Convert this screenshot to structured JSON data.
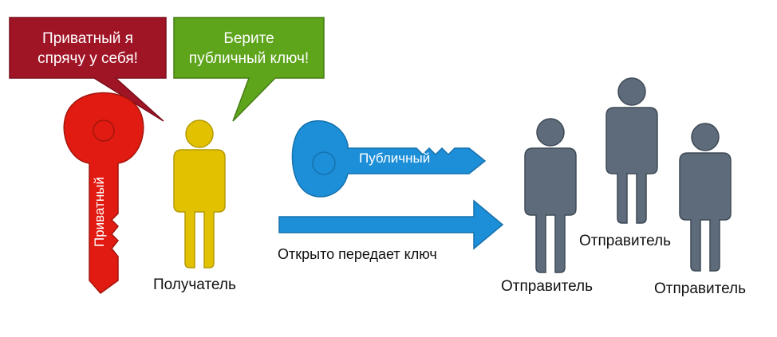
{
  "bubbles": {
    "private": {
      "line1": "Приватный я",
      "line2": "спрячу у себя!",
      "color": "#a01526"
    },
    "public": {
      "line1": "Берите",
      "line2": "публичный ключ!",
      "color": "#5ea51c"
    }
  },
  "keys": {
    "private": {
      "label": "Приватный",
      "color": "#e11b12",
      "outline": "#a3150b"
    },
    "public": {
      "label": "Публичный",
      "color": "#1d8fd8",
      "outline": "#1571ad"
    }
  },
  "people": {
    "receiver": {
      "label": "Получатель",
      "color": "#e2c200",
      "outline": "#b59a00"
    },
    "senders": [
      {
        "label": "Отправитель"
      },
      {
        "label": "Отправитель"
      },
      {
        "label": "Отправитель"
      }
    ],
    "sender_color": "#5d6b7b",
    "sender_outline": "#3f4a56"
  },
  "arrow": {
    "label": "Открыто передает ключ",
    "color": "#1d8fd8"
  }
}
